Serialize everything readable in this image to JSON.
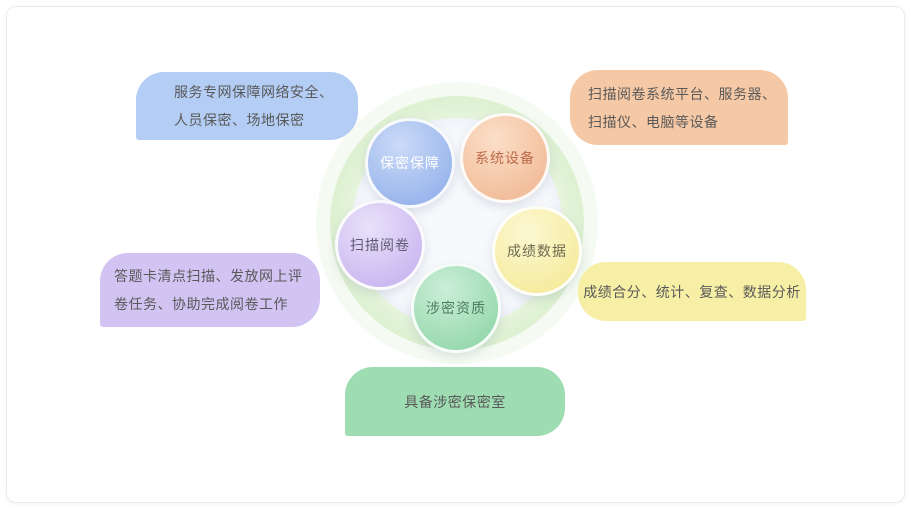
{
  "diagram": {
    "rings": {
      "outer_color": "#d7eec9",
      "inner_color": "#f7f9fc"
    },
    "circles": [
      {
        "label": "保密保障",
        "color": "#98b5ec",
        "color_light": "#cbdaf7",
        "text_color": "#ffffff"
      },
      {
        "label": "系统设备",
        "color": "#f2bd9a",
        "color_light": "#fbdfc8",
        "text_color": "#bc6a49"
      },
      {
        "label": "扫描阅卷",
        "color": "#cab8f0",
        "color_light": "#e9e1fa",
        "text_color": "#5f5a73"
      },
      {
        "label": "成绩数据",
        "color": "#f5ec9e",
        "color_light": "#fcf7d3",
        "text_color": "#6e6a4f"
      },
      {
        "label": "涉密资质",
        "color": "#97d9ae",
        "color_light": "#cbeed8",
        "text_color": "#4c7d5e"
      }
    ],
    "callouts": [
      {
        "name": "network-security",
        "color": "#b4cdf4",
        "lines": [
          "服务专网保障网络安全、",
          "人员保密、场地保密"
        ]
      },
      {
        "name": "system-equipment",
        "color": "#f6c9a6",
        "lines": [
          "扫描阅卷系统平台、服务器、",
          "扫描仪、电脑等设备"
        ]
      },
      {
        "name": "scan-marking",
        "color": "#d1c3f2",
        "lines": [
          "答题卡清点扫描、发放网上评",
          "卷任务、协助完成阅卷工作"
        ]
      },
      {
        "name": "score-data",
        "color": "#f6efa5",
        "lines": [
          "成绩合分、统计、复查、数据分析"
        ]
      },
      {
        "name": "classified-room",
        "color": "#9edcb2",
        "lines": [
          "具备涉密保密室"
        ]
      }
    ],
    "callout_text_color": "#595959"
  }
}
